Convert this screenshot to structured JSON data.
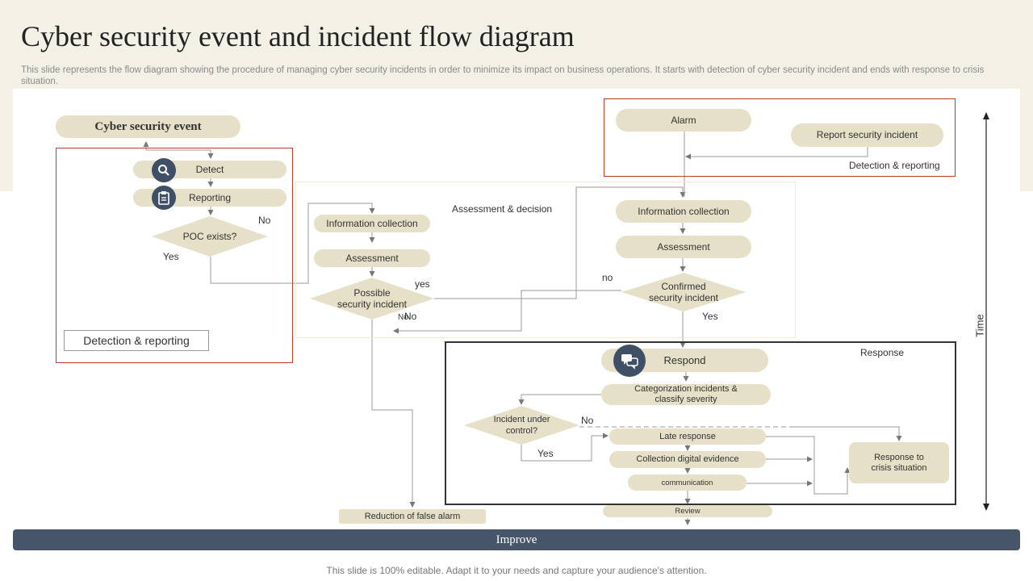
{
  "title": "Cyber security event and incident flow diagram",
  "subtitle": "This slide represents the flow diagram showing the procedure of managing cyber security incidents in order to minimize its impact on business operations. It starts with detection of cyber security incident and ends with response to crisis situation.",
  "left": {
    "event": "Cyber security event",
    "detect": "Detect",
    "reporting": "Reporting",
    "poc": "POC exists?",
    "no": "No",
    "yes": "Yes",
    "section": "Detection & reporting"
  },
  "assessment": {
    "heading": "Assessment & decision",
    "info": "Information collection",
    "assess": "Assessment",
    "possible": "Possible security incident",
    "yes": "yes",
    "no_a": "No",
    "no_b": "No"
  },
  "top_right": {
    "alarm": "Alarm",
    "report": "Report security incident",
    "section": "Detection & reporting"
  },
  "right": {
    "info": "Information collection",
    "assess": "Assessment",
    "confirmed": "Confirmed security incident",
    "no": "no",
    "yes": "Yes"
  },
  "response": {
    "heading": "Response",
    "respond": "Respond",
    "categorize": "Categorization incidents & classify severity",
    "under_control": "Incident under control?",
    "no": "No",
    "yes": "Yes",
    "late": "Late response",
    "evidence": "Collection digital evidence",
    "communication": "communication",
    "crisis": "Response to crisis situation"
  },
  "review": "Review",
  "false_alarm": "Reduction of false alarm",
  "time": "Time",
  "improve": "Improve",
  "footer": "This slide is 100% editable. Adapt it to your needs and capture your audience's attention.",
  "colors": {
    "pill": "#e6e0c8",
    "red_border": "#c0392b",
    "improve_bar": "#475569",
    "icon": "#3f4f66"
  }
}
